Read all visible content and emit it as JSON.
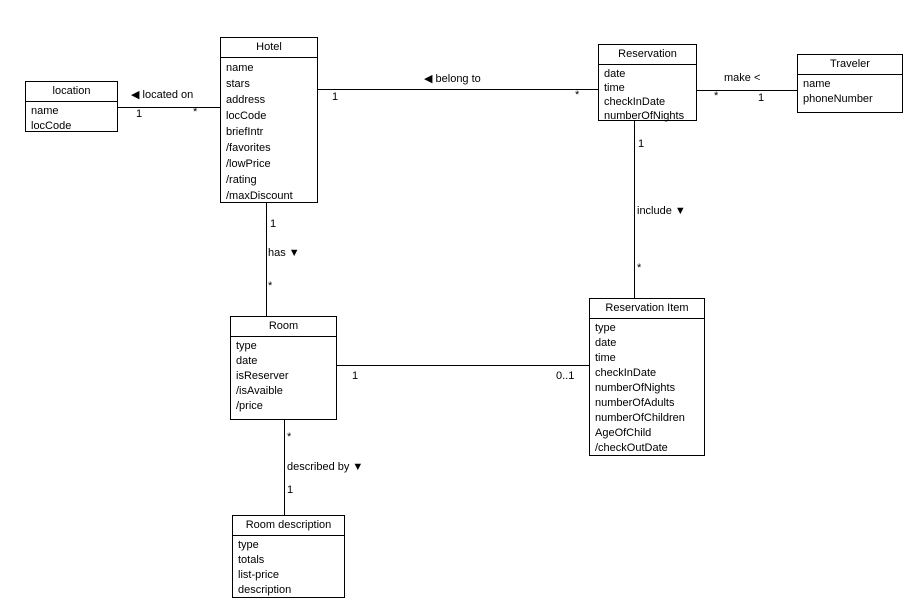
{
  "classes": {
    "location": {
      "title": "location",
      "attributes": [
        "name",
        "locCode"
      ]
    },
    "hotel": {
      "title": "Hotel",
      "attributes": [
        "name",
        "stars",
        "address",
        "locCode",
        "briefIntr",
        "/favorites",
        "/lowPrice",
        "/rating",
        "/maxDiscount"
      ]
    },
    "reservation": {
      "title": "Reservation",
      "attributes": [
        "date",
        "time",
        "checkInDate",
        "numberOfNights"
      ]
    },
    "traveler": {
      "title": "Traveler",
      "attributes": [
        "name",
        "phoneNumber"
      ]
    },
    "room": {
      "title": "Room",
      "attributes": [
        "type",
        "date",
        "isReserver",
        "/isAvaible",
        "/price"
      ]
    },
    "reservation_item": {
      "title": "Reservation Item",
      "attributes": [
        "type",
        "date",
        "time",
        "checkInDate",
        "numberOfNights",
        "numberOfAdults",
        "numberOfChildren",
        "AgeOfChild",
        "/checkOutDate"
      ]
    },
    "room_description": {
      "title": "Room description",
      "attributes": [
        "type",
        "totals",
        "list-price",
        "description"
      ]
    }
  },
  "associations": {
    "located_on": {
      "label": "◀ located on",
      "mult_location": "1",
      "mult_hotel": "*"
    },
    "belong_to": {
      "label": "◀ belong to",
      "mult_hotel": "1",
      "mult_reservation": "*"
    },
    "make": {
      "label": "make <",
      "mult_reservation": "*",
      "mult_traveler": "1"
    },
    "has": {
      "label": "has ▼",
      "mult_hotel": "1",
      "mult_room": "*"
    },
    "include": {
      "label": "include ▼",
      "mult_reservation": "1",
      "mult_item": "*"
    },
    "room_item": {
      "mult_room": "1",
      "mult_item": "0..1"
    },
    "described_by": {
      "label": "described by ▼",
      "mult_room": "*",
      "mult_description": "1"
    }
  },
  "colors": {
    "line": "#000000",
    "background": "#ffffff",
    "text": "#000000"
  }
}
